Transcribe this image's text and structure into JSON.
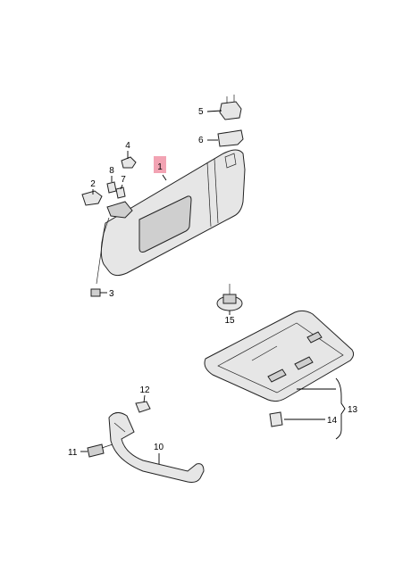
{
  "labels": {
    "p1": "1",
    "p2": "2",
    "p3": "3",
    "p4": "4",
    "p5": "5",
    "p6": "6",
    "p7": "7",
    "p8": "8",
    "p10": "10",
    "p11": "11",
    "p12": "12",
    "p13": "13",
    "p14": "14",
    "p15": "15"
  },
  "highlight_color": "#f2a3b3"
}
